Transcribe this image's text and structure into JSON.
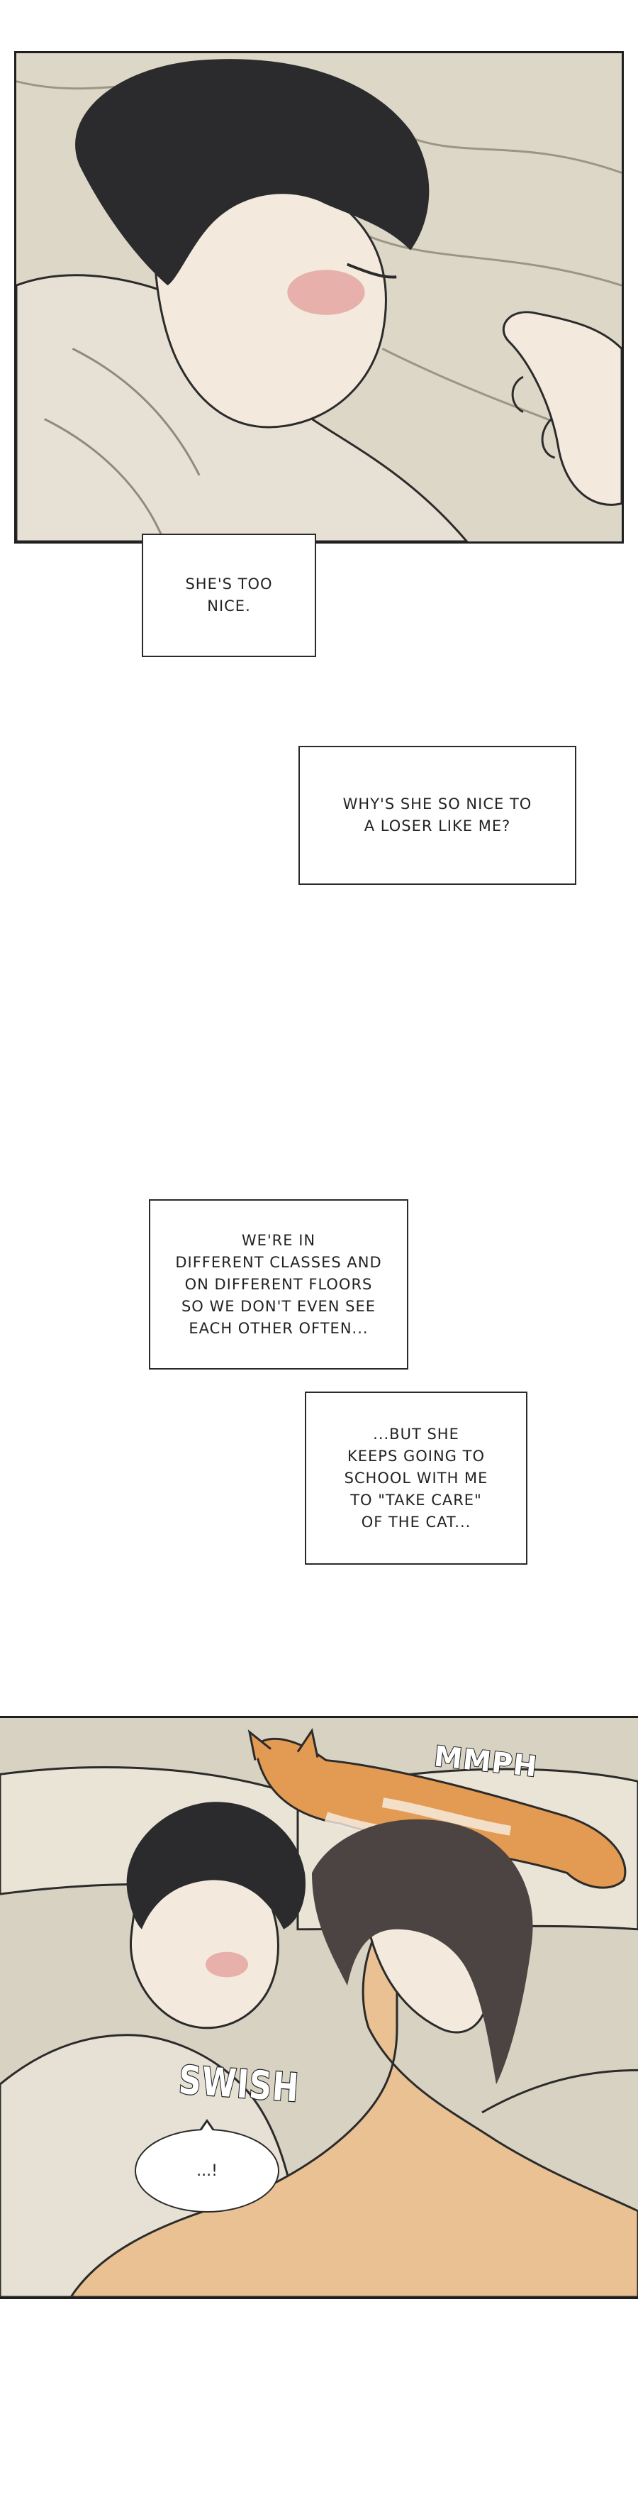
{
  "captions": [
    "SHE'S TOO\nNICE.",
    "WHY'S SHE SO NICE TO\nA LOSER LIKE ME?",
    "WE'RE IN\nDIFFERENT CLASSES AND\nON DIFFERENT FLOORS\nSO WE DON'T EVEN SEE\nEACH OTHER OFTEN...",
    "...BUT SHE\nKEEPS GOING TO\nSCHOOL WITH ME\nTO \"TAKE CARE\"\nOF THE CAT..."
  ],
  "sound_effects": {
    "mmph": "MMPH",
    "swish": "SWISH"
  },
  "speech": {
    "text": "...!"
  },
  "colors": {
    "panel_bg": "#d8d2c2",
    "sheet": "#e9e4d6",
    "hair_dark": "#2b2b2e",
    "skin": "#f3e9dd",
    "blush": "#e08a8a",
    "sweater": "#e9c193",
    "cat_orange": "#e39a52",
    "shirt": "#e6e1d4"
  }
}
